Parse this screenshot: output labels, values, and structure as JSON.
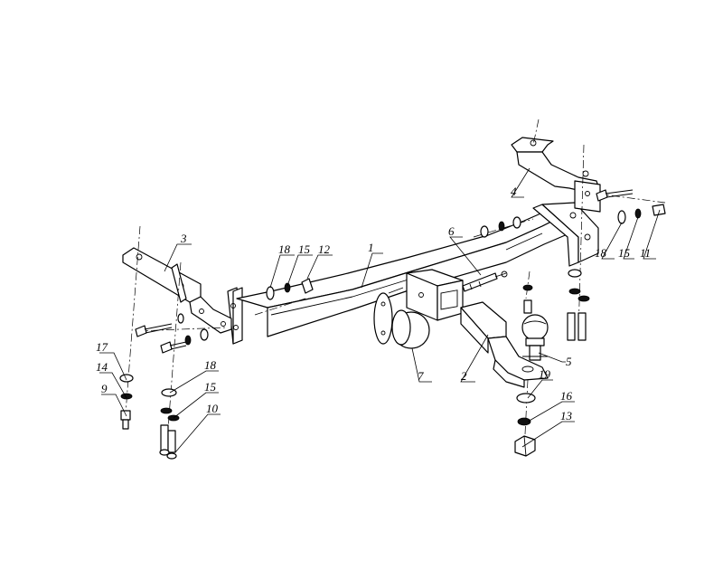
{
  "callouts": [
    {
      "id": "c1",
      "text": "1"
    },
    {
      "id": "c2",
      "text": "2"
    },
    {
      "id": "c3",
      "text": "3"
    },
    {
      "id": "c4",
      "text": "4"
    },
    {
      "id": "c5",
      "text": "5"
    },
    {
      "id": "c6",
      "text": "6"
    },
    {
      "id": "c7",
      "text": "7"
    },
    {
      "id": "c9",
      "text": "9"
    },
    {
      "id": "c10",
      "text": "10"
    },
    {
      "id": "c11",
      "text": "11"
    },
    {
      "id": "c12",
      "text": "12"
    },
    {
      "id": "c13",
      "text": "13"
    },
    {
      "id": "c14",
      "text": "14"
    },
    {
      "id": "c15a",
      "text": "15"
    },
    {
      "id": "c15b",
      "text": "15"
    },
    {
      "id": "c15c",
      "text": "15"
    },
    {
      "id": "c16",
      "text": "16"
    },
    {
      "id": "c17",
      "text": "17"
    },
    {
      "id": "c18a",
      "text": "18"
    },
    {
      "id": "c18b",
      "text": "18"
    },
    {
      "id": "c18c",
      "text": "18"
    },
    {
      "id": "c19",
      "text": "19"
    }
  ]
}
